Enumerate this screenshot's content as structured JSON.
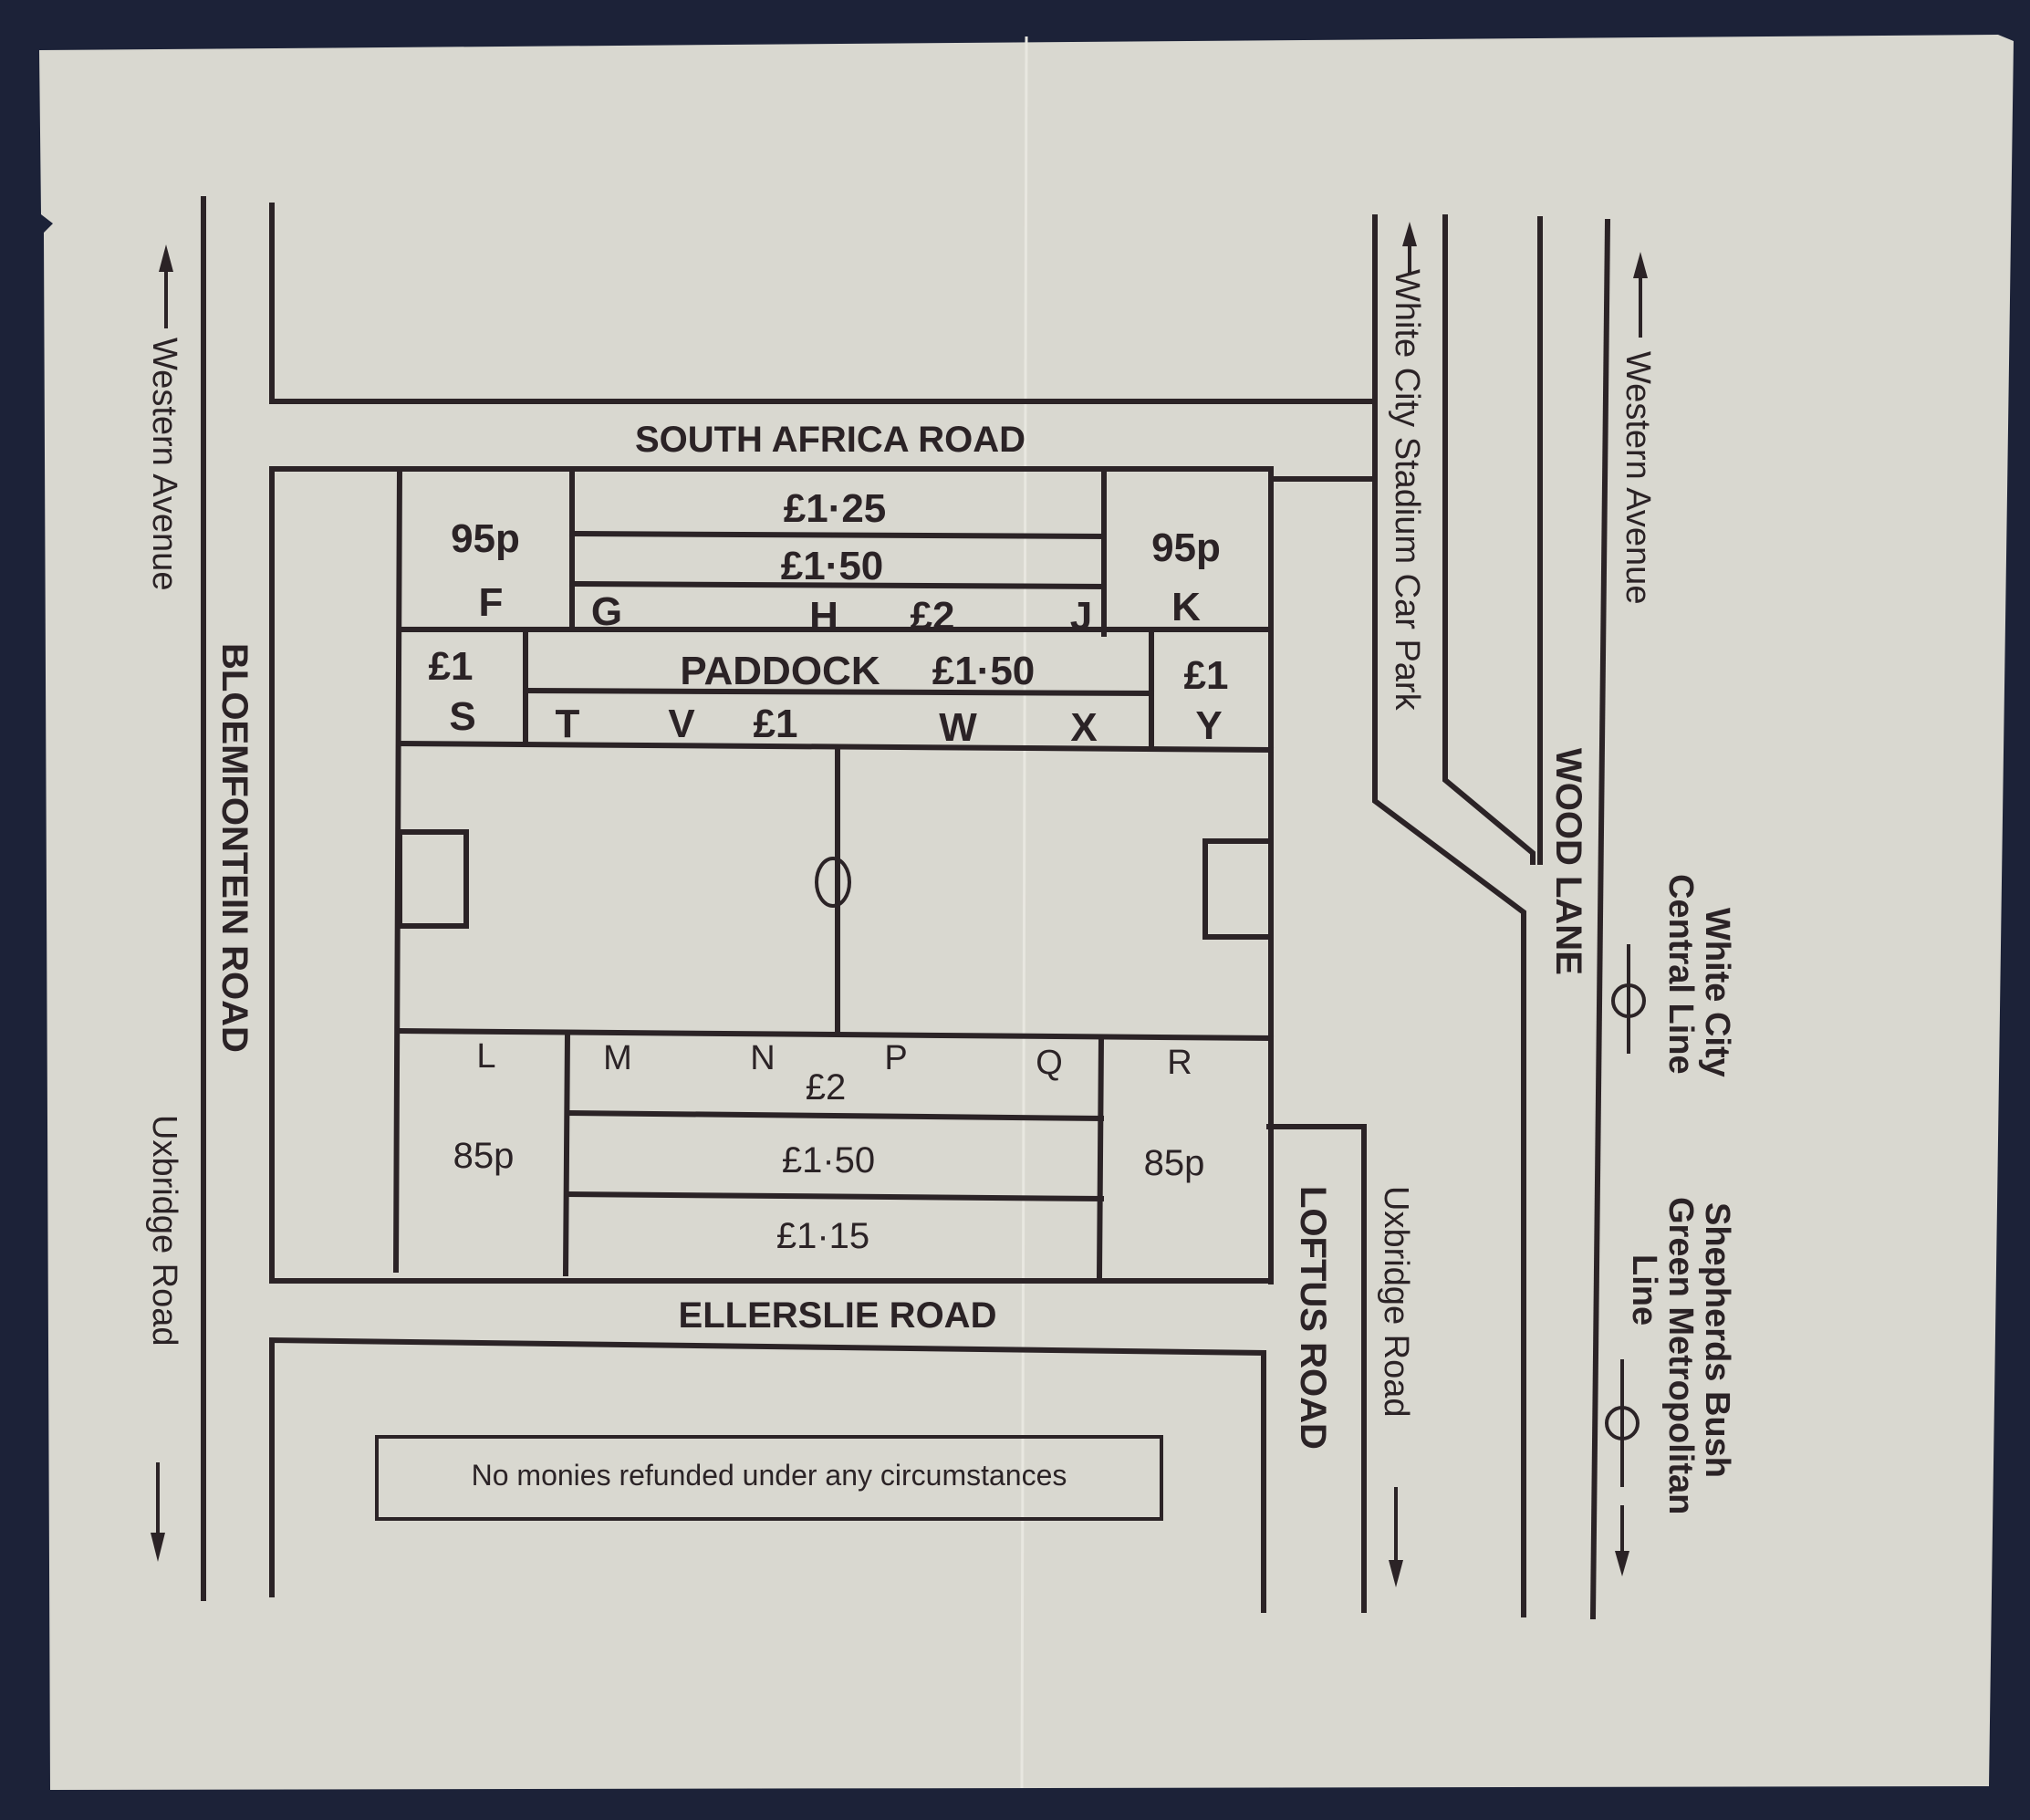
{
  "ticket": {
    "type": "stadium seating plan / location map",
    "colors": {
      "paper": "#d9d8d0",
      "ink": "#2b2326",
      "background": "#1c2238"
    }
  },
  "roads": {
    "south_africa_road": "SOUTH AFRICA ROAD",
    "ellerslie_road": "ELLERSLIE ROAD",
    "bloemfontein_road": "BLOEMFONTEIN ROAD",
    "loftus_road": "LOFTUS ROAD",
    "wood_lane": "WOOD LANE"
  },
  "directions": {
    "left_western_avenue": "Western Avenue",
    "left_uxbridge_road": "Uxbridge Road",
    "right_western_avenue": "Western Avenue",
    "right_uxbridge_road": "Uxbridge Road",
    "car_park": "White City Stadium Car Park"
  },
  "stations": {
    "white_city": {
      "line1": "White City",
      "line2": "Central Line"
    },
    "shepherds_bush": {
      "line1": "Shepherds Bush",
      "line2": "Green Metropolitan",
      "line3": "Line"
    }
  },
  "north_stand": {
    "corner_left": {
      "price": "95p",
      "block": "F"
    },
    "corner_right": {
      "price": "95p",
      "block": "K"
    },
    "upper_tier_price": "£1·25",
    "middle_tier_price": "£1·50",
    "lower_tier": {
      "blocks": [
        "G",
        "H",
        "J"
      ],
      "price": "£2"
    },
    "paddock": {
      "label": "PADDOCK",
      "price": "£1·50"
    },
    "paddock_left": {
      "price": "£1",
      "block": "S"
    },
    "paddock_right": {
      "price": "£1",
      "block": "Y"
    },
    "front_row": {
      "blocks": [
        "T",
        "V",
        "W",
        "X"
      ],
      "price": "£1"
    }
  },
  "south_stand": {
    "corner_left": {
      "block": "L",
      "price": "85p"
    },
    "corner_right": {
      "block": "R",
      "price": "85p"
    },
    "front_tier": {
      "blocks": [
        "M",
        "N",
        "P",
        "Q"
      ],
      "price": "£2"
    },
    "middle_tier_price": "£1·50",
    "rear_tier_price": "£1·15"
  },
  "notice": "No monies refunded under any circumstances"
}
